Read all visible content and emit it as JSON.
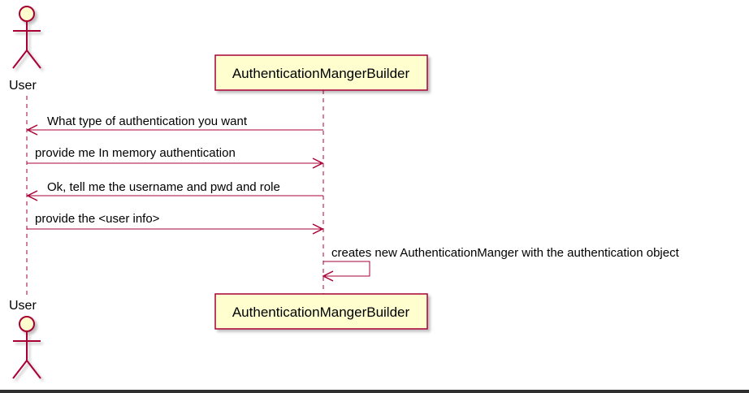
{
  "diagram": {
    "type": "sequence",
    "participants": {
      "user": {
        "kind": "actor",
        "label": "User"
      },
      "builder": {
        "kind": "participant",
        "label": "AuthenticationMangerBuilder"
      }
    },
    "messages": [
      {
        "from": "builder",
        "to": "user",
        "text": "What type of authentication you want"
      },
      {
        "from": "user",
        "to": "builder",
        "text": "provide me In memory authentication"
      },
      {
        "from": "builder",
        "to": "user",
        "text": "Ok, tell me the username and pwd and role"
      },
      {
        "from": "user",
        "to": "builder",
        "text": "provide the <user info>"
      },
      {
        "from": "builder",
        "to": "builder",
        "text": "creates new AuthenticationManger with the authentication object"
      }
    ],
    "colors": {
      "line": "#a80036",
      "fill": "#fefece",
      "text": "#000000"
    }
  }
}
